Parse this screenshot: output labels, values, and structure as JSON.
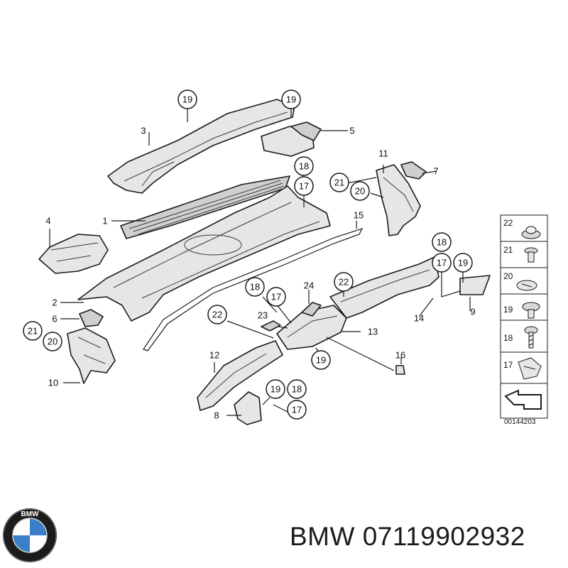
{
  "callouts": [
    {
      "id": "c-19a",
      "label": "19"
    },
    {
      "id": "c-19b",
      "label": "19"
    },
    {
      "id": "c-18a",
      "label": "18"
    },
    {
      "id": "c-17a",
      "label": "17"
    },
    {
      "id": "c-21a",
      "label": "21"
    },
    {
      "id": "c-20a",
      "label": "20"
    },
    {
      "id": "c-18b",
      "label": "18"
    },
    {
      "id": "c-17b",
      "label": "17"
    },
    {
      "id": "c-19c",
      "label": "19"
    },
    {
      "id": "c-22a",
      "label": "22"
    },
    {
      "id": "c-18c",
      "label": "18"
    },
    {
      "id": "c-17c",
      "label": "17"
    },
    {
      "id": "c-22b",
      "label": "22"
    },
    {
      "id": "c-21b",
      "label": "21"
    },
    {
      "id": "c-20b",
      "label": "20"
    },
    {
      "id": "c-19d",
      "label": "19"
    },
    {
      "id": "c-19e",
      "label": "19"
    },
    {
      "id": "c-18d",
      "label": "18"
    },
    {
      "id": "c-17d",
      "label": "17"
    }
  ],
  "part_labels": [
    "1",
    "2",
    "3",
    "4",
    "5",
    "6",
    "7",
    "8",
    "9",
    "10",
    "11",
    "12",
    "13",
    "14",
    "15",
    "16",
    "23",
    "24"
  ],
  "legend": {
    "items": [
      "22",
      "21",
      "20",
      "19",
      "18",
      "17"
    ],
    "diagram_code": "00144203"
  },
  "footer": {
    "brand": "BMW",
    "part_number": "BMW 07119902932"
  }
}
